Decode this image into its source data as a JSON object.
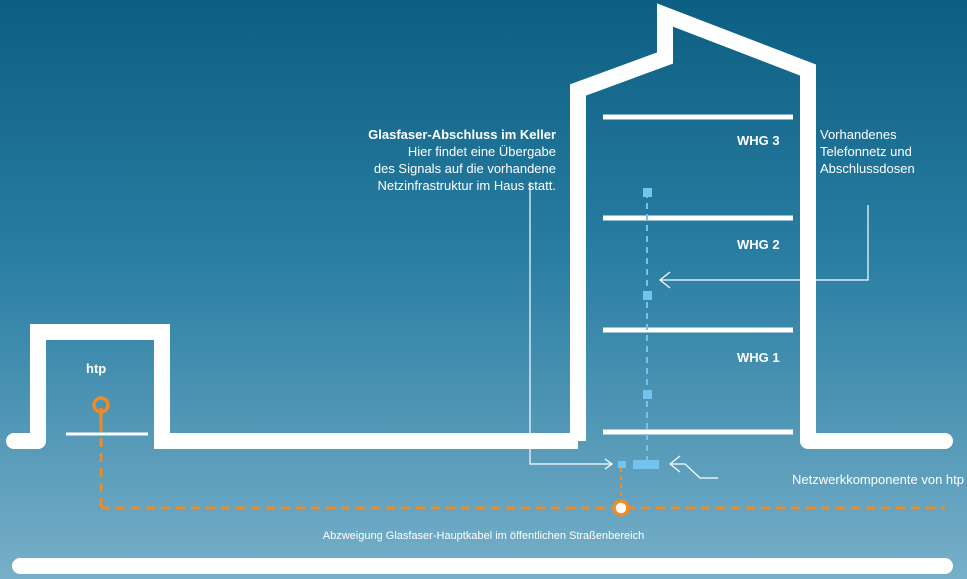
{
  "labels": {
    "small_house": "htp",
    "floors": [
      "WHG 3",
      "WHG 2",
      "WHG 1"
    ]
  },
  "callouts": {
    "keller": {
      "title": "Glasfaser-Abschluss im Keller",
      "lines": [
        "Hier findet eine Übergabe",
        "des Signals auf die vorhandene",
        "Netzinfrastruktur im Haus statt."
      ]
    },
    "telefonnetz": {
      "lines": [
        "Vorhandenes",
        "Telefonnetz und",
        "Abschlussdosen"
      ]
    },
    "netzwerk": "Netzwerkkomponente von htp",
    "abzweigung": "Abzweigung Glasfaser-Hauptkabel im öffentlichen Straßenbereich"
  },
  "colors": {
    "background_top": "#0c5f82",
    "background_bottom": "#77afc8",
    "outline": "#ffffff",
    "fiber_orange": "#f08a24",
    "inhouse_blue": "#74c3ef"
  }
}
